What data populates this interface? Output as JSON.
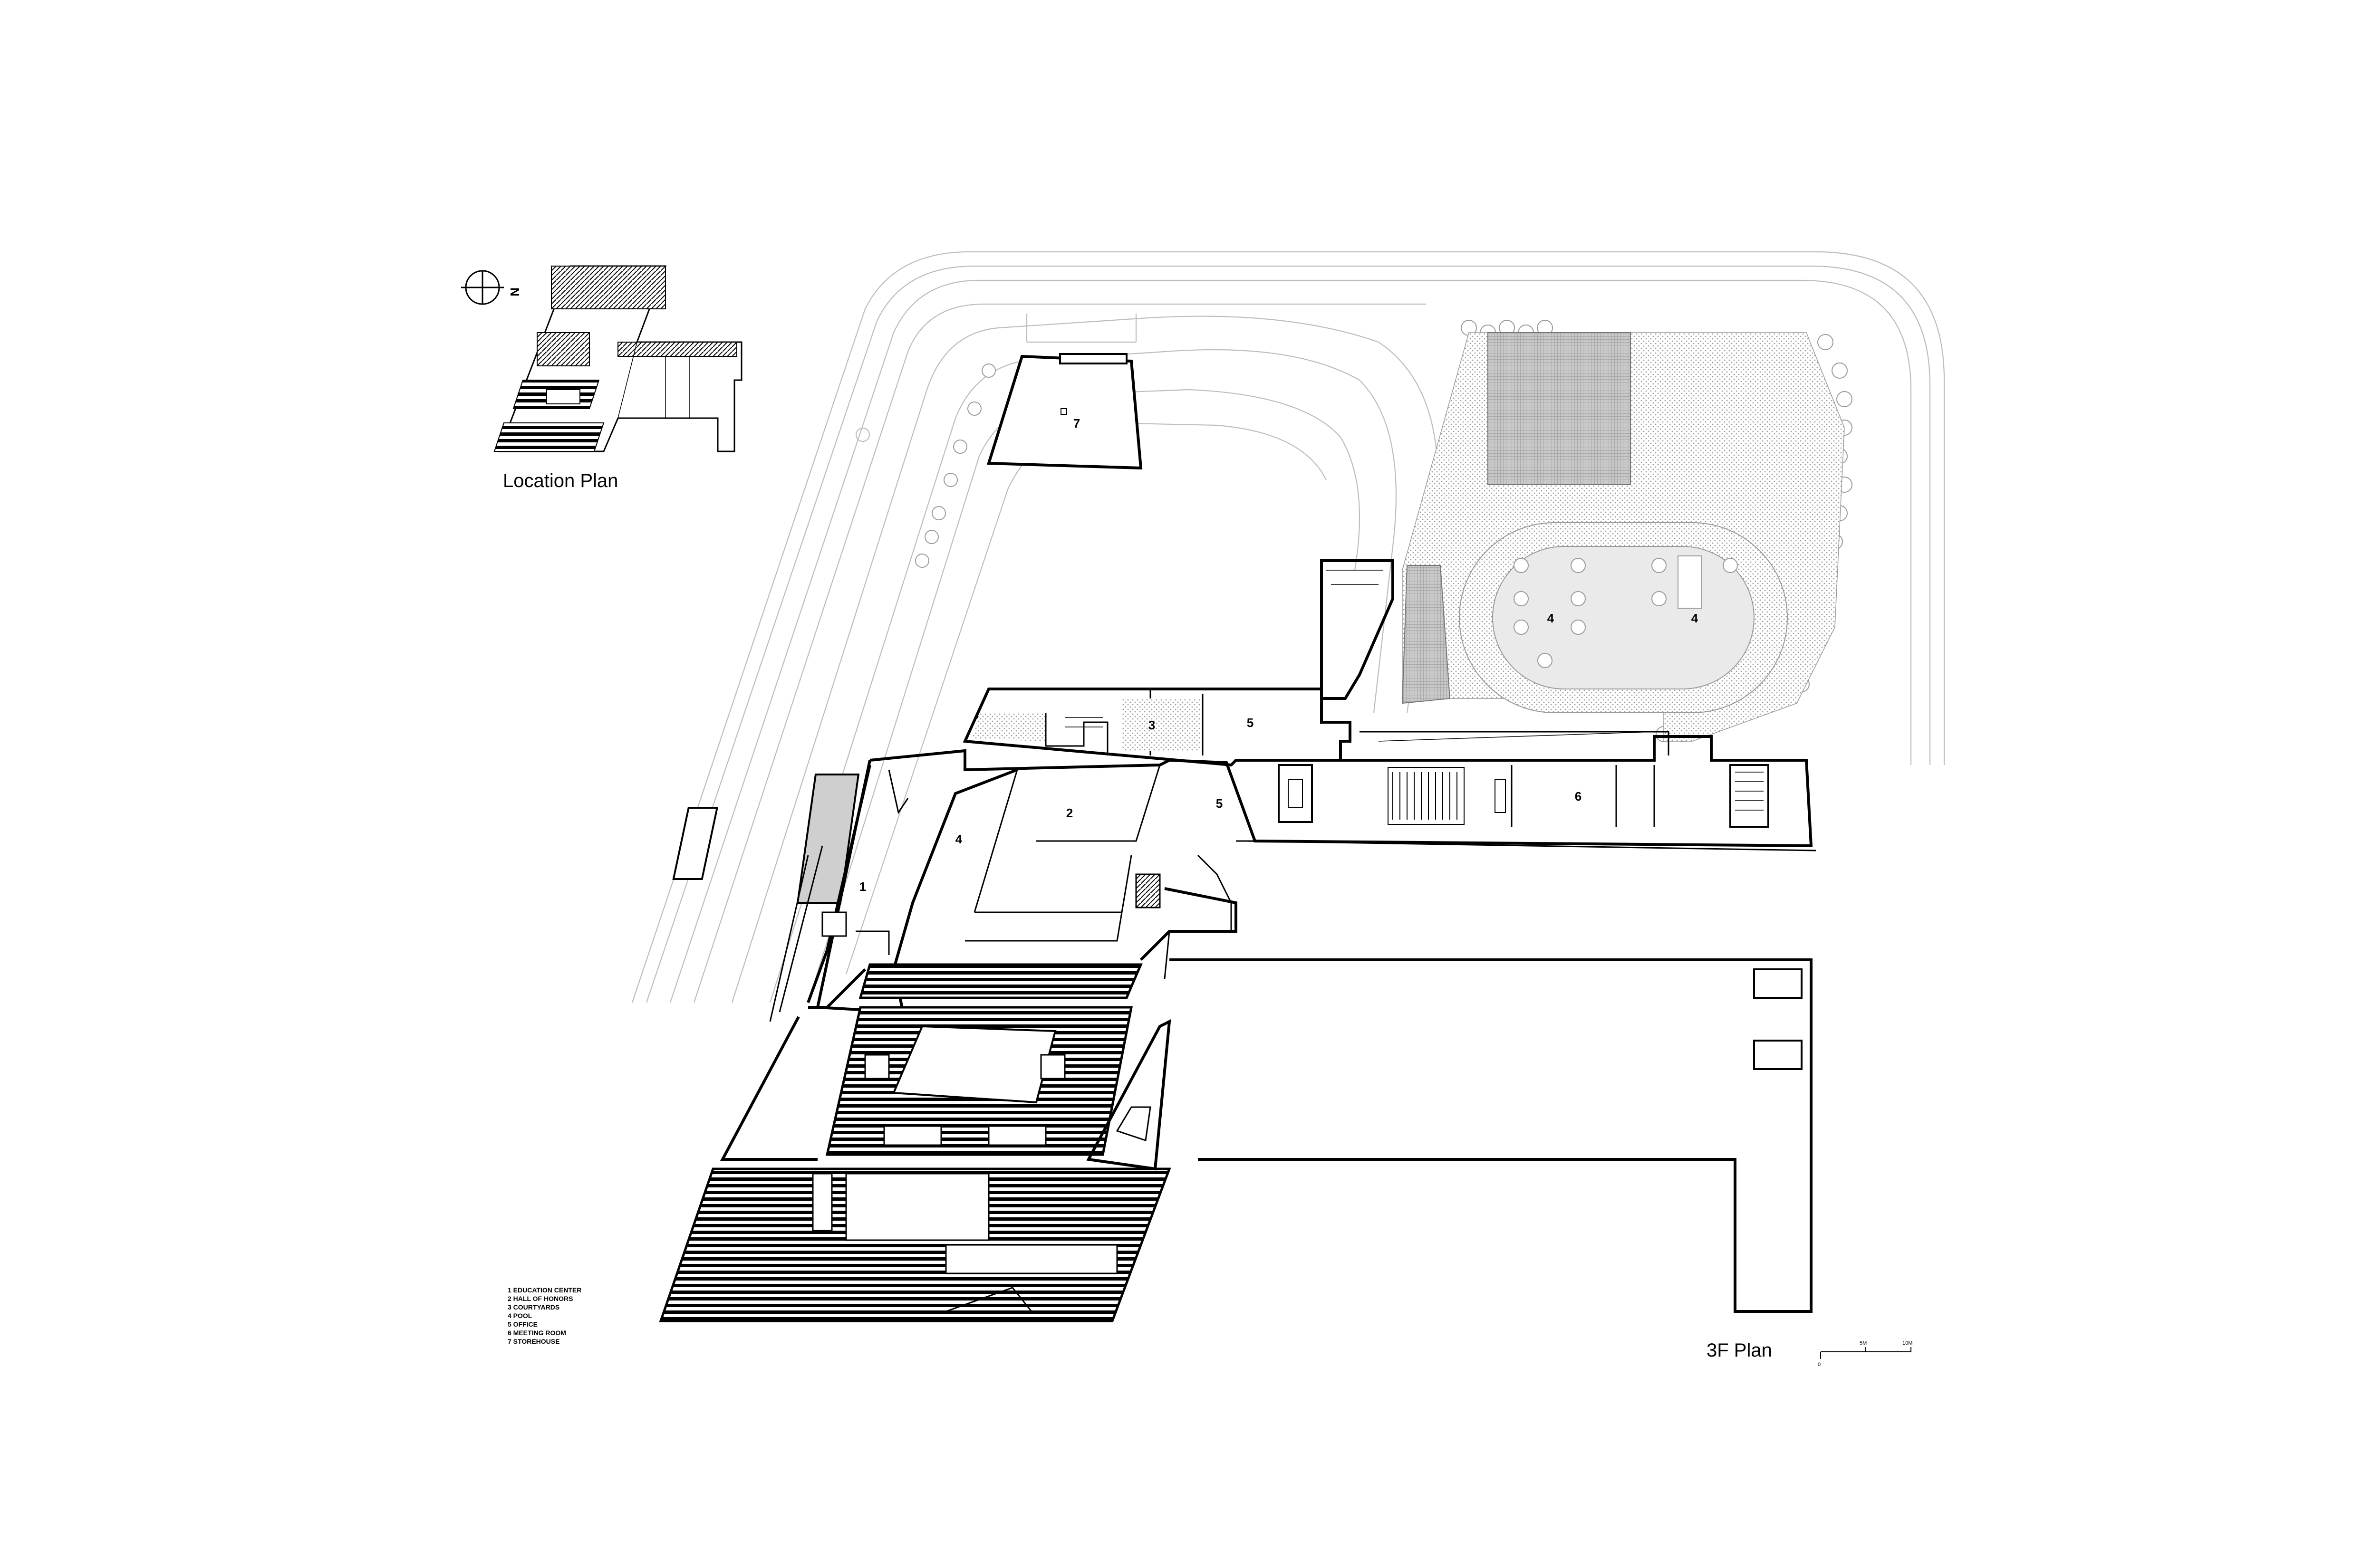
{
  "titles": {
    "location_plan": "Location Plan",
    "floor_plan": "3F Plan"
  },
  "compass": {
    "letter": "N"
  },
  "rooms": [
    {
      "id": "1",
      "name": "Education Center"
    },
    {
      "id": "2",
      "name": "Hall of Honors"
    },
    {
      "id": "3",
      "name": "Courtyards"
    },
    {
      "id": "4",
      "name": "Pool"
    },
    {
      "id": "5",
      "name": "Office"
    },
    {
      "id": "6",
      "name": "Meeting Room"
    },
    {
      "id": "7",
      "name": "Storehouse"
    }
  ],
  "room_labels": [
    "1",
    "2",
    "3",
    "4",
    "4",
    "4",
    "5",
    "5",
    "6",
    "7"
  ],
  "legend": [
    "1 EDUCATION CENTER",
    "2 HALL OF HONORS",
    "3 COURTYARDS",
    "4 POOL",
    "5 OFFICE",
    "6 MEETING ROOM",
    "7 STOREHOUSE"
  ],
  "scale_bar": {
    "ticks": [
      "0",
      "5M",
      "10M"
    ]
  },
  "colors": {
    "ink": "#000000",
    "context": "#bdbdbd",
    "hatch_fill": "#d0d0d0",
    "pool": "#cfcfcf"
  }
}
